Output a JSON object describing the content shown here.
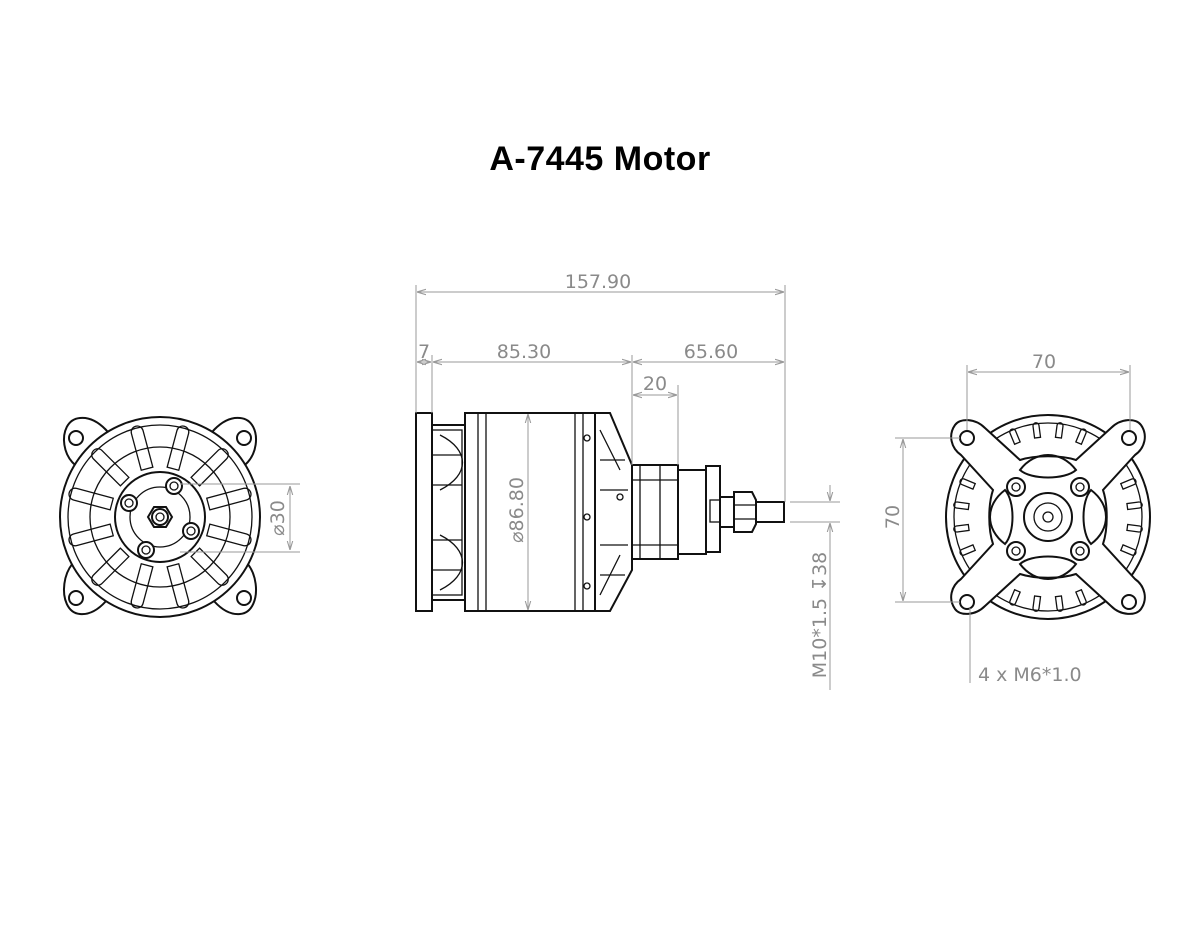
{
  "title": "A-7445 Motor",
  "dimensions": {
    "overall_length": "157.90",
    "flange_thickness": "7",
    "body_length": "85.30",
    "shaft_length": "65.60",
    "hub_length": "20",
    "can_diameter": "86.80",
    "front_bolt_circle": "30",
    "thread_spec": "M10*1.5",
    "thread_depth": "38",
    "mount_width": "70",
    "mount_height": "70",
    "mount_holes": "4 x M6*1.0"
  },
  "symbols": {
    "diameter": "⌀",
    "depth": "↧"
  }
}
